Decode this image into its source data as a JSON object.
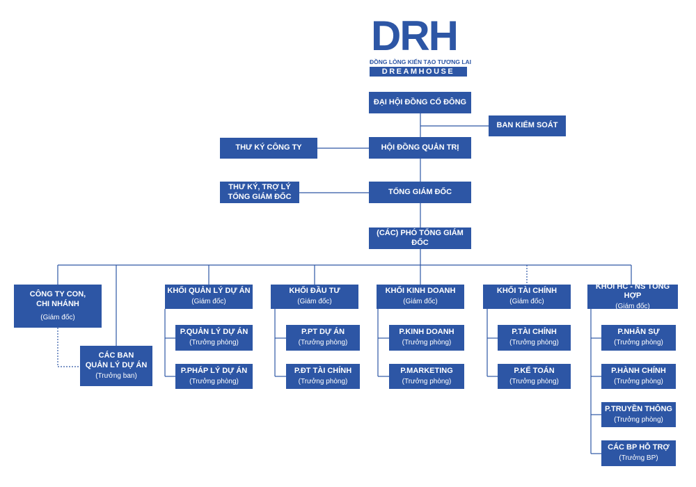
{
  "logo": {
    "mark": "DRH",
    "slogan": "ĐỒNG LÒNG KIẾN TẠO TƯƠNG LAI",
    "brand": "DREAMHOUSE"
  },
  "colors": {
    "primary": "#2d56a5",
    "line": "#2d56a5",
    "text": "#ffffff"
  },
  "nodes": {
    "shareholders": {
      "title": "ĐẠI HỘI ĐỒNG CỔ ĐÔNG"
    },
    "supervisory": {
      "title": "BAN KIỂM SOÁT"
    },
    "secretary": {
      "title": "THƯ KÝ CÔNG TY"
    },
    "board": {
      "title": "HỘI ĐỒNG QUẢN TRỊ"
    },
    "ceo_assistant": {
      "title": "THƯ KÝ, TRỢ LÝ\nTỔNG GIÁM ĐỐC"
    },
    "ceo": {
      "title": "TỔNG GIÁM ĐỐC"
    },
    "vice_ceo": {
      "title": "(CÁC) PHÓ TỔNG GIÁM ĐỐC"
    },
    "subsidiary": {
      "title": "CÔNG TY CON,\nCHI NHÁNH",
      "subtitle": "(Giám đốc)"
    },
    "project_boards": {
      "title": "CÁC BAN\nQUẢN LÝ DỰ ÁN",
      "subtitle": "(Trưởng ban)"
    },
    "block_pm": {
      "title": "KHỐI QUẢN LÝ DỰ ÁN",
      "subtitle": "(Giám đốc)"
    },
    "block_invest": {
      "title": "KHỐI ĐẦU TƯ",
      "subtitle": "(Giám đốc)"
    },
    "block_sales": {
      "title": "KHỐI KINH DOANH",
      "subtitle": "(Giám đốc)"
    },
    "block_finance": {
      "title": "KHỐI TÀI CHÍNH",
      "subtitle": "(Giám đốc)"
    },
    "block_hr": {
      "title": "KHỐI HC - NS TỔNG HỢP",
      "subtitle": "(Giám đốc)"
    },
    "dept_pm": {
      "title": "P.QUẢN LÝ DỰ ÁN",
      "subtitle": "(Trưởng phòng)"
    },
    "dept_legal": {
      "title": "P.PHÁP LÝ DỰ ÁN",
      "subtitle": "(Trưởng phòng)"
    },
    "dept_projdev": {
      "title": "P.PT DỰ ÁN",
      "subtitle": "(Trưởng phòng)"
    },
    "dept_fininvest": {
      "title": "P.ĐT TÀI CHÍNH",
      "subtitle": "(Trưởng phòng)"
    },
    "dept_sales": {
      "title": "P.KINH DOANH",
      "subtitle": "(Trưởng phòng)"
    },
    "dept_marketing": {
      "title": "P.MARKETING",
      "subtitle": "(Trưởng phòng)"
    },
    "dept_finance": {
      "title": "P.TÀI CHÍNH",
      "subtitle": "(Trưởng phòng)"
    },
    "dept_accounting": {
      "title": "P.KẾ TOÁN",
      "subtitle": "(Trưởng phòng)"
    },
    "dept_hr": {
      "title": "P.NHÂN SỰ",
      "subtitle": "(Trưởng phòng)"
    },
    "dept_admin": {
      "title": "P.HÀNH CHÍNH",
      "subtitle": "(Trưởng phòng)"
    },
    "dept_comm": {
      "title": "P.TRUYỀN THÔNG",
      "subtitle": "(Trưởng phòng)"
    },
    "dept_support": {
      "title": "CÁC BP HỖ TRỢ",
      "subtitle": "(Trưởng BP)"
    }
  }
}
